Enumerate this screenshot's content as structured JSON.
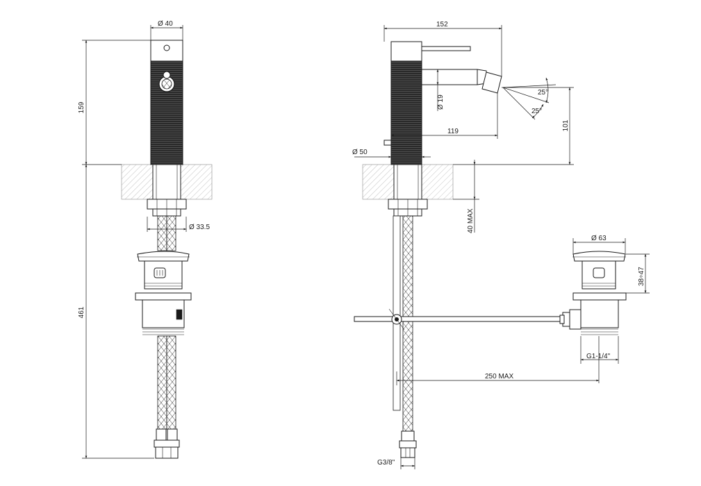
{
  "colors": {
    "line": "#1a1a1a",
    "hatch": "#8a8a8a",
    "background": "#ffffff"
  },
  "front_view": {
    "dims": {
      "top_diameter": "Ø 40",
      "height_above_deck": "159",
      "hose_diameter": "Ø 33.5",
      "height_below_deck": "461"
    }
  },
  "side_view": {
    "dims": {
      "overall_length": "152",
      "nozzle_diameter": "Ø 19",
      "angle_upper": "25°",
      "angle_lower": "25°",
      "spout_reach": "119",
      "spout_height": "101",
      "base_diameter": "Ø 50",
      "deck_thickness": "40 MAX",
      "rod_length": "250 MAX",
      "hose_thread": "G3/8\""
    }
  },
  "waste_view": {
    "dims": {
      "cap_diameter": "Ø 63",
      "stroke_range": "38÷47",
      "thread": "G1-1/4\""
    }
  }
}
